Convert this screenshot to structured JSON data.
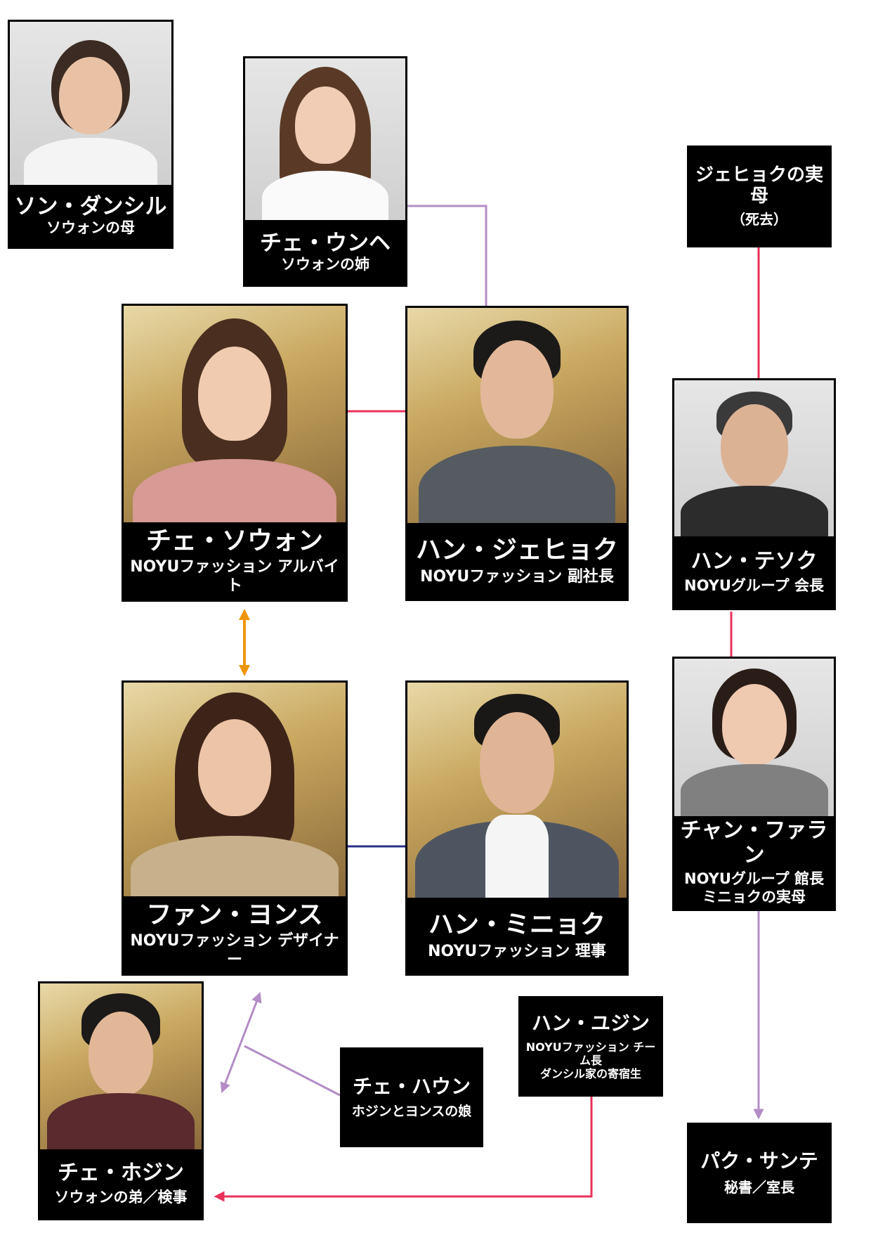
{
  "colors": {
    "romance": "#e8315a",
    "family": "#b48cc6",
    "rival": "#f0960a",
    "spouse": "#2a2f8a"
  },
  "characters": {
    "son_dansil": {
      "name": "ソン・ダンシル",
      "role": "ソウォンの母"
    },
    "choi_eunhye": {
      "name": "チェ・ウンヘ",
      "role": "ソウォンの姉"
    },
    "jehyuk_mother": {
      "name": "ジェヒョクの実母",
      "role": "（死去）"
    },
    "choi_sowon": {
      "name": "チェ・ソウォン",
      "role": "NOYUファッション アルバイト"
    },
    "han_jehyuk": {
      "name": "ハン・ジェヒョク",
      "role": "NOYUファッション 副社長"
    },
    "han_tesok": {
      "name": "ハン・テソク",
      "role": "NOYUグループ 会長"
    },
    "hwang_yonsu": {
      "name": "ファン・ヨンス",
      "role": "NOYUファッション デザイナー"
    },
    "han_minhyuk": {
      "name": "ハン・ミニョク",
      "role": "NOYUファッション 理事"
    },
    "chang_faran": {
      "name": "チャン・ファラン",
      "role": "NOYUグループ 館長",
      "role2": "ミニョクの実母"
    },
    "choi_hojin": {
      "name": "チェ・ホジン",
      "role": "ソウォンの弟／検事"
    },
    "choi_haun": {
      "name": "チェ・ハウン",
      "role": "ホジンとヨンスの娘"
    },
    "han_yujin": {
      "name": "ハン・ユジン",
      "role": "NOYUファッション チーム長",
      "role2": "ダンシル家の寄宿生"
    },
    "park_sante": {
      "name": "パク・サンテ",
      "role": "秘書／室長"
    }
  }
}
